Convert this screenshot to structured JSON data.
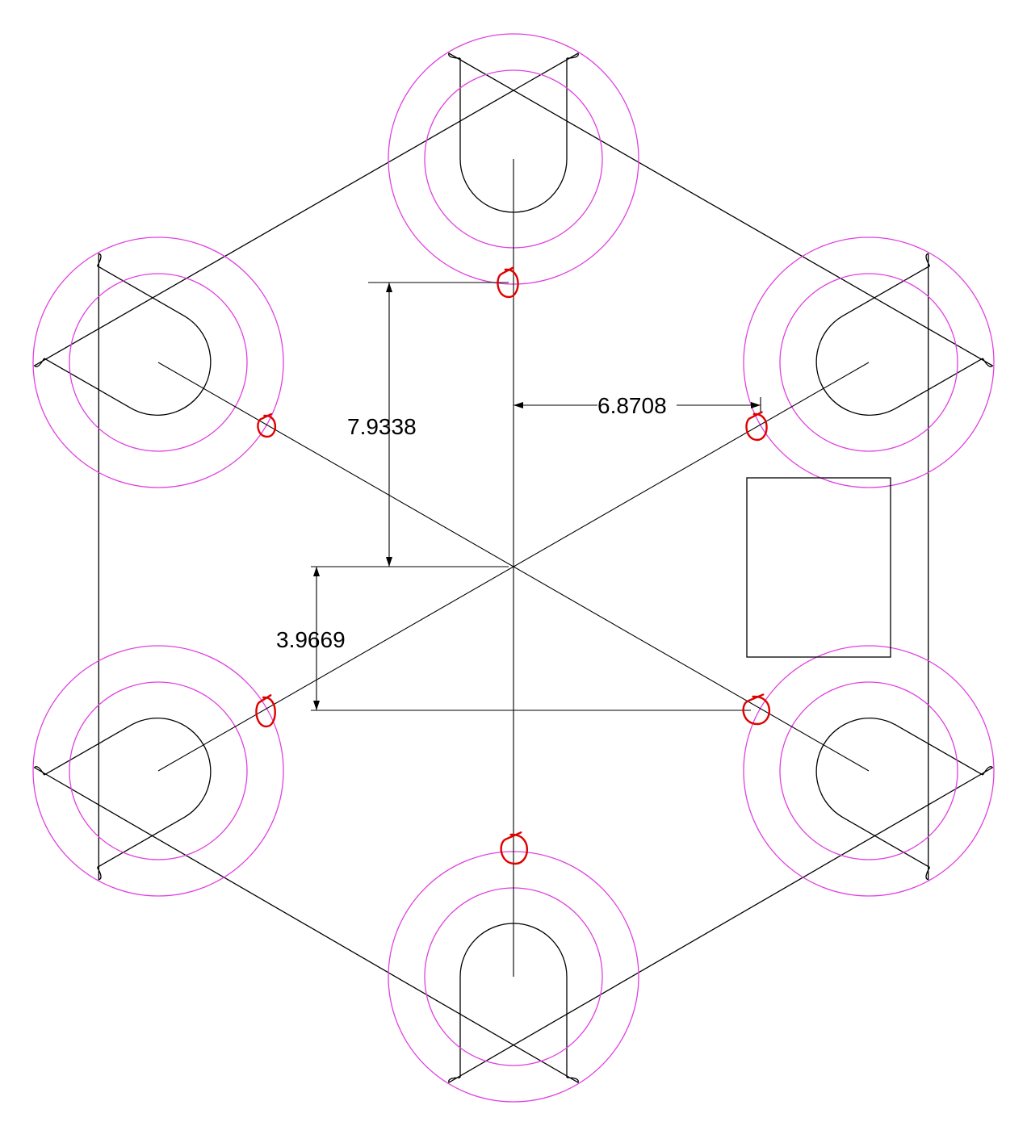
{
  "colors": {
    "background": "#ffffff",
    "outline": "#000000",
    "circles": "#e040e0",
    "markers": "#e00000"
  },
  "dimensions": {
    "vertical_upper": "7.9338",
    "vertical_lower": "3.9669",
    "horizontal": "6.8708"
  }
}
